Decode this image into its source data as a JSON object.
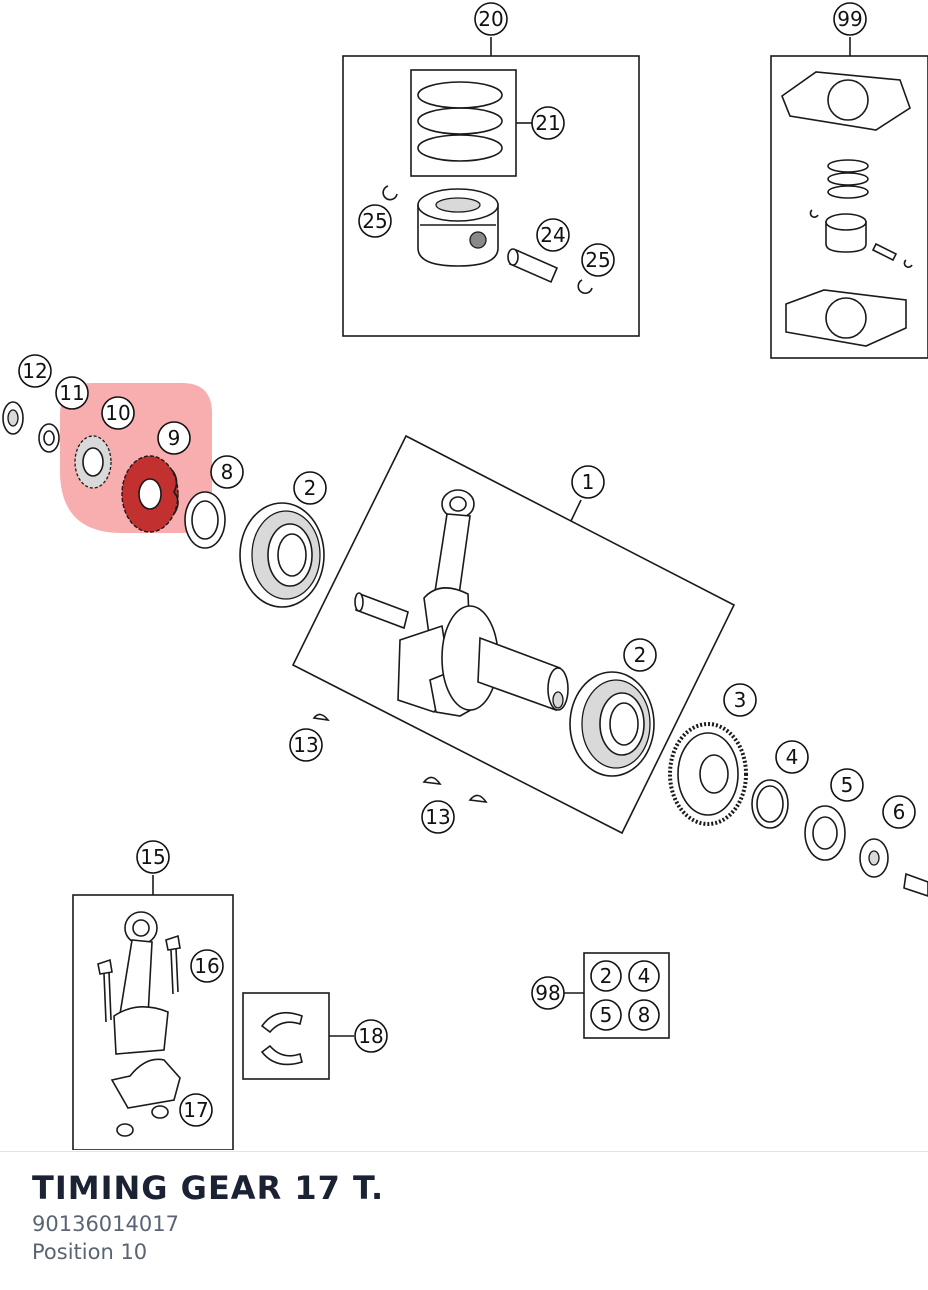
{
  "diagram": {
    "callouts": [
      "20",
      "99",
      "21",
      "25",
      "24",
      "25",
      "12",
      "11",
      "10",
      "9",
      "8",
      "2",
      "1",
      "2",
      "3",
      "4",
      "5",
      "6",
      "13",
      "13",
      "15",
      "16",
      "18",
      "17",
      "98",
      "2",
      "4",
      "5",
      "8"
    ],
    "highlight_color": "#f26b6b"
  },
  "part": {
    "name": "TIMING GEAR 17 T.",
    "number": "90136014017",
    "position": "Position 10"
  }
}
